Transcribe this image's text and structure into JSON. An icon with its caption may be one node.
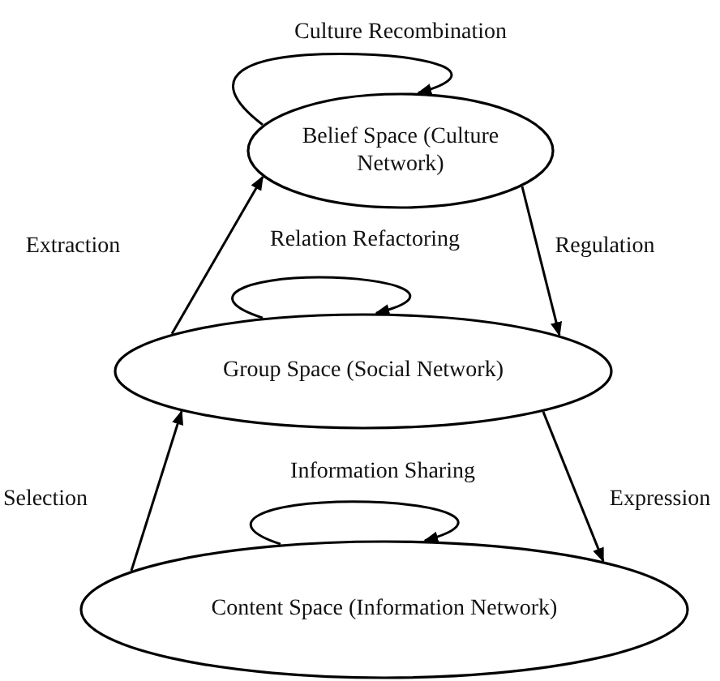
{
  "diagram": {
    "nodes": [
      {
        "text": [
          "Belief Space (Culture Network)"
        ]
      },
      {
        "text": [
          "Group Space (Social Network)"
        ]
      },
      {
        "text": [
          "Content Space (Information Network)"
        ]
      }
    ],
    "edges": [
      {
        "from": 0,
        "to": 0,
        "arrow": "to",
        "label": "Culture Recombination"
      },
      {
        "from": 1,
        "to": 0,
        "arrow": "to",
        "label": "Extraction"
      },
      {
        "from": 0,
        "to": 1,
        "arrow": "to",
        "label": "Regulation"
      },
      {
        "from": 1,
        "to": 1,
        "arrow": "to",
        "label": "Relation Refactoring"
      },
      {
        "from": 2,
        "to": 1,
        "arrow": "to",
        "label": "Selection"
      },
      {
        "from": 1,
        "to": 2,
        "arrow": "to",
        "label": "Expression"
      },
      {
        "from": 2,
        "to": 2,
        "arrow": "to",
        "label": "Information Sharing"
      }
    ]
  }
}
